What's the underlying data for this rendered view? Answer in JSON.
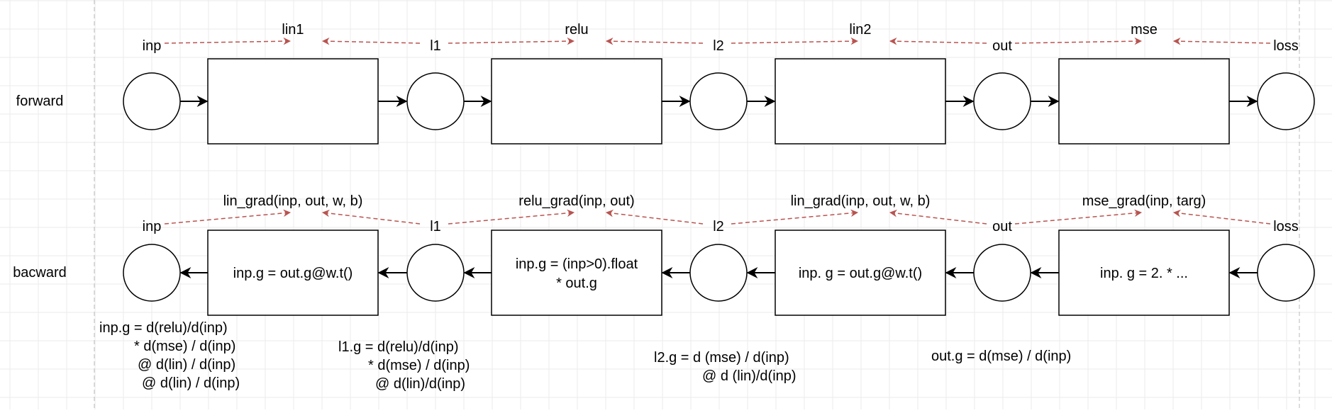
{
  "colors": {
    "grid_minor": "#ebebeb",
    "grid_major": "#d6d6d6",
    "dashed_arrow": "#b85450",
    "stroke": "#000000"
  },
  "forward": {
    "row_label": "forward",
    "node_labels": [
      "inp",
      "l1",
      "l2",
      "out",
      "loss"
    ],
    "op_labels": [
      "lin1",
      "relu",
      "lin2",
      "mse"
    ],
    "box_texts": [
      [],
      [],
      [],
      []
    ]
  },
  "backward": {
    "row_label": "bacward",
    "node_labels": [
      "inp",
      "l1",
      "l2",
      "out",
      "loss"
    ],
    "op_labels": [
      "lin_grad(inp, out, w, b)",
      "relu_grad(inp, out)",
      "lin_grad(inp, out, w, b)",
      "mse_grad(inp, targ)"
    ],
    "box_texts": [
      [
        "inp.g = out.g@w.t()"
      ],
      [
        "inp.g = (inp>0).float",
        "* out.g"
      ],
      [
        "inp. g = out.g@w.t()"
      ],
      [
        "inp. g = 2. * ..."
      ]
    ]
  },
  "annotations": [
    [
      "inp.g = d(relu)/d(inp)",
      "* d(mse) / d(inp)",
      "@ d(lin) / d(inp)",
      "@ d(lin) / d(inp)"
    ],
    [
      "l1.g = d(relu)/d(inp)",
      "* d(mse) / d(inp)",
      "@ d(lin)/d(inp)"
    ],
    [
      "l2.g = d (mse) / d(inp)",
      "@ d (lin)/d(inp)"
    ],
    [
      "out.g = d(mse) / d(inp)"
    ]
  ]
}
